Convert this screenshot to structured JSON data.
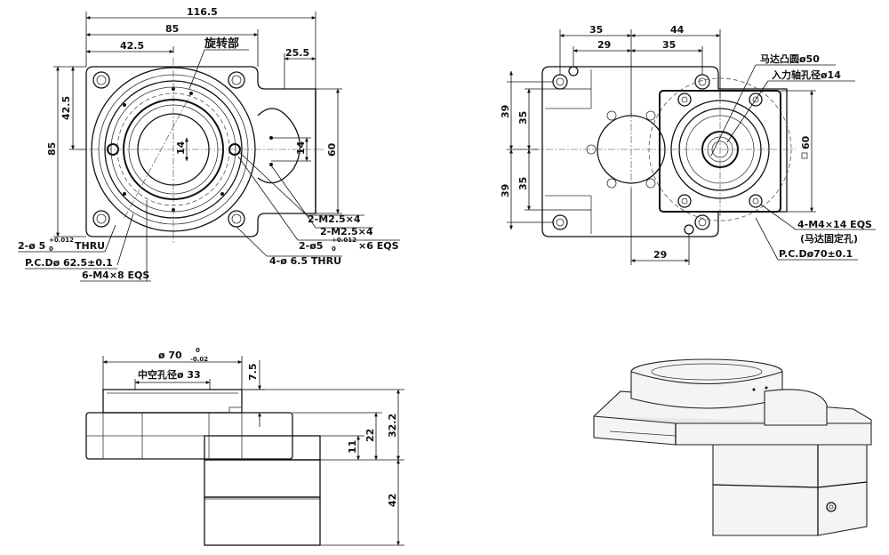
{
  "top_left_view": {
    "dim_116_5": "116.5",
    "dim_85_top": "85",
    "dim_42_5_top": "42.5",
    "rotating_part_label": "旋转部",
    "dim_25_5": "25.5",
    "dim_42_5_left": "42.5",
    "dim_85_left": "85",
    "dim_14_a": "14",
    "dim_14_b": "14",
    "dim_60": "60",
    "callout_m25_a": "2-M2.5×4",
    "callout_m25_b": "2-M2.5×4",
    "callout_2phi5_b": "2-ø5",
    "callout_2phi5_b_tol_upper": "+0.012",
    "callout_2phi5_b_tol_lower": "0",
    "callout_2phi5_b_suffix": "×6 EQS",
    "callout_4phi65": "4-ø 6.5 THRU",
    "callout_2phi5_a": "2-ø 5",
    "callout_2phi5_a_tol_upper": "+0.012",
    "callout_2phi5_a_tol_lower": "0",
    "callout_2phi5_a_suffix": "THRU",
    "callout_pcd625": "P.C.Dø 62.5±0.1",
    "callout_6m4": "6-M4×8 EQS"
  },
  "top_right_view": {
    "dim_35_top": "35",
    "dim_44_top": "44",
    "dim_29_top": "29",
    "dim_35_top_b": "35",
    "motor_boss_label": "马达凸圆ø50",
    "input_shaft_label": "入力轴孔径ø14",
    "dim_39_a": "39",
    "dim_35_a": "35",
    "dim_39_b": "39",
    "dim_35_b": "35",
    "dim_60": "60",
    "callout_4m4": "4-M4×14 EQS",
    "callout_motor_hole": "(马达固定孔)",
    "callout_pcd70": "P.C.Dø70±0.1",
    "dim_29_bottom": "29"
  },
  "bottom_left_view": {
    "dim_phi70": "ø 70",
    "dim_phi70_tol_upper": "0",
    "dim_phi70_tol_lower": "-0.02",
    "hollow_label": "中空孔径ø 33",
    "dim_7_5": "7.5",
    "dim_32_2": "32.2",
    "dim_22": "22",
    "dim_11": "11",
    "dim_42": "42"
  }
}
